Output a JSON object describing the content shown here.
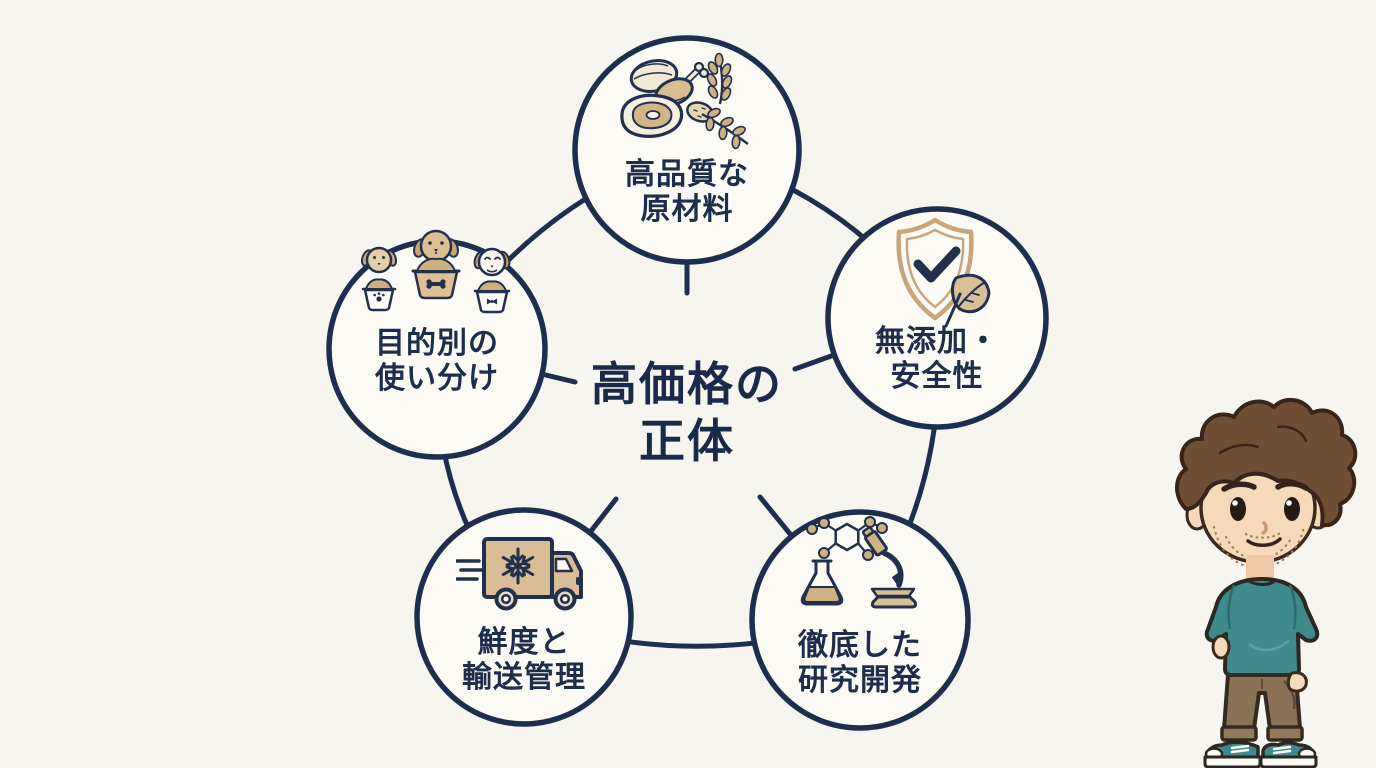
{
  "title": {
    "line1": "高価格の",
    "line2": "正体"
  },
  "nodes": [
    {
      "id": "ingredients",
      "icon": "meat-wheat-icon",
      "label_line1": "高品質な",
      "label_line2": "原材料"
    },
    {
      "id": "safety",
      "icon": "shield-check-leaf-icon",
      "label_line1": "無添加・",
      "label_line2": "安全性"
    },
    {
      "id": "research",
      "icon": "lab-research-icon",
      "label_line1": "徹底した",
      "label_line2": "研究開発"
    },
    {
      "id": "freshness",
      "icon": "refrigerated-truck-icon",
      "label_line1": "鮮度と",
      "label_line2": "輸送管理"
    },
    {
      "id": "purpose",
      "icon": "dogs-bowls-icon",
      "label_line1": "目的別の",
      "label_line2": "使い分け"
    }
  ],
  "palette": {
    "bg": "#f7f5f0",
    "navy": "#1e2d4c",
    "tan": "#d5ba92",
    "cream": "#f4edde",
    "teal": "#3f8a8c",
    "pants-brown": "#8a7354",
    "hair-brown": "#6f4e33"
  }
}
